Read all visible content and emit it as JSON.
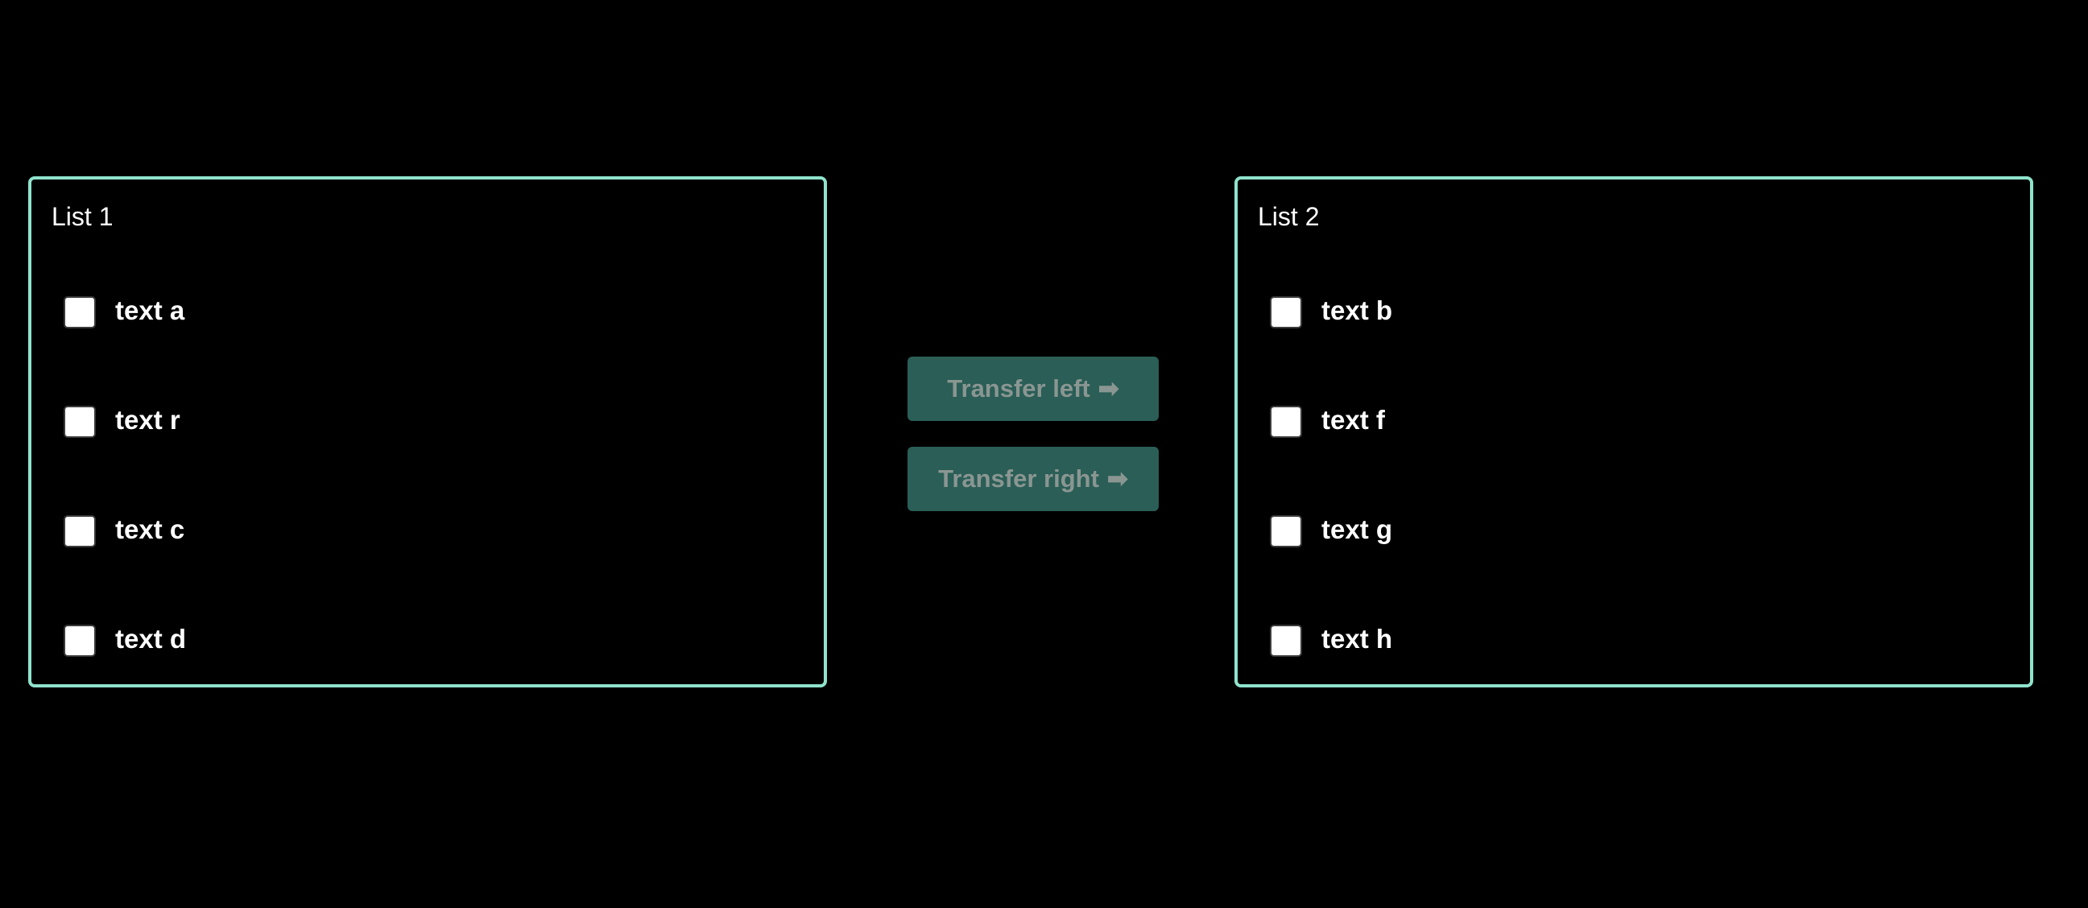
{
  "colors": {
    "background": "#000000",
    "panel_border": "#8fe3cc",
    "button_bg": "#2a5e56",
    "button_text": "#8a9692"
  },
  "list1": {
    "title": "List 1",
    "items": [
      {
        "label": "text a",
        "checked": false
      },
      {
        "label": "text r",
        "checked": false
      },
      {
        "label": "text c",
        "checked": false
      },
      {
        "label": "text d",
        "checked": false
      }
    ]
  },
  "list2": {
    "title": "List 2",
    "items": [
      {
        "label": "text b",
        "checked": false
      },
      {
        "label": "text f",
        "checked": false
      },
      {
        "label": "text g",
        "checked": false
      },
      {
        "label": "text h",
        "checked": false
      }
    ]
  },
  "buttons": {
    "transfer_left": {
      "label": "Transfer left",
      "icon": "➡"
    },
    "transfer_right": {
      "label": "Transfer right",
      "icon": "➡"
    }
  }
}
